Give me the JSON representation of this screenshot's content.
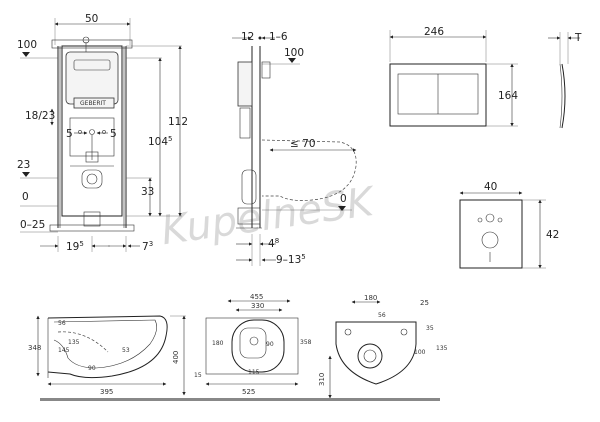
{
  "frame": {
    "width": "50",
    "height_total": "112",
    "height_mid": "104",
    "height_mid_sup": "5",
    "depth_18_23": "18/23",
    "offset_left": "5",
    "offset_right": "5",
    "height_outlet": "33",
    "level_100": "100",
    "level_23": "23",
    "level_0": "0",
    "level_0_25": "0–25",
    "width_19": "19",
    "width_19_sup": "5",
    "width_7": "7",
    "width_7_sup": "3",
    "brand": "GEBERIT"
  },
  "side": {
    "dim_12": "12",
    "dim_1_6": "1–6",
    "level_100": "100",
    "reach": "≤ 70",
    "level_0": "0",
    "dim_4": "4",
    "dim_4_sup": "8",
    "dim_9_13": "9–13",
    "dim_9_13_sup": "5"
  },
  "plate": {
    "width": "246",
    "height": "164",
    "thickness": "T"
  },
  "pad": {
    "width": "40",
    "height": "42"
  },
  "bowl_side": {
    "height": "348",
    "length": "395",
    "d56": "56",
    "d145": "145",
    "d135": "135",
    "d53": "53",
    "d90": "90",
    "d400": "400"
  },
  "bowl_top": {
    "width_outer": "455",
    "width_inner": "330",
    "length": "525",
    "d180": "180",
    "d90": "90",
    "d358": "358",
    "d15": "15",
    "d115": "115"
  },
  "bowl_back": {
    "d180": "180",
    "d25": "25",
    "d56": "56",
    "d35": "35",
    "d100": "100",
    "d135": "135",
    "height": "310"
  },
  "watermark": "KupelneSK"
}
